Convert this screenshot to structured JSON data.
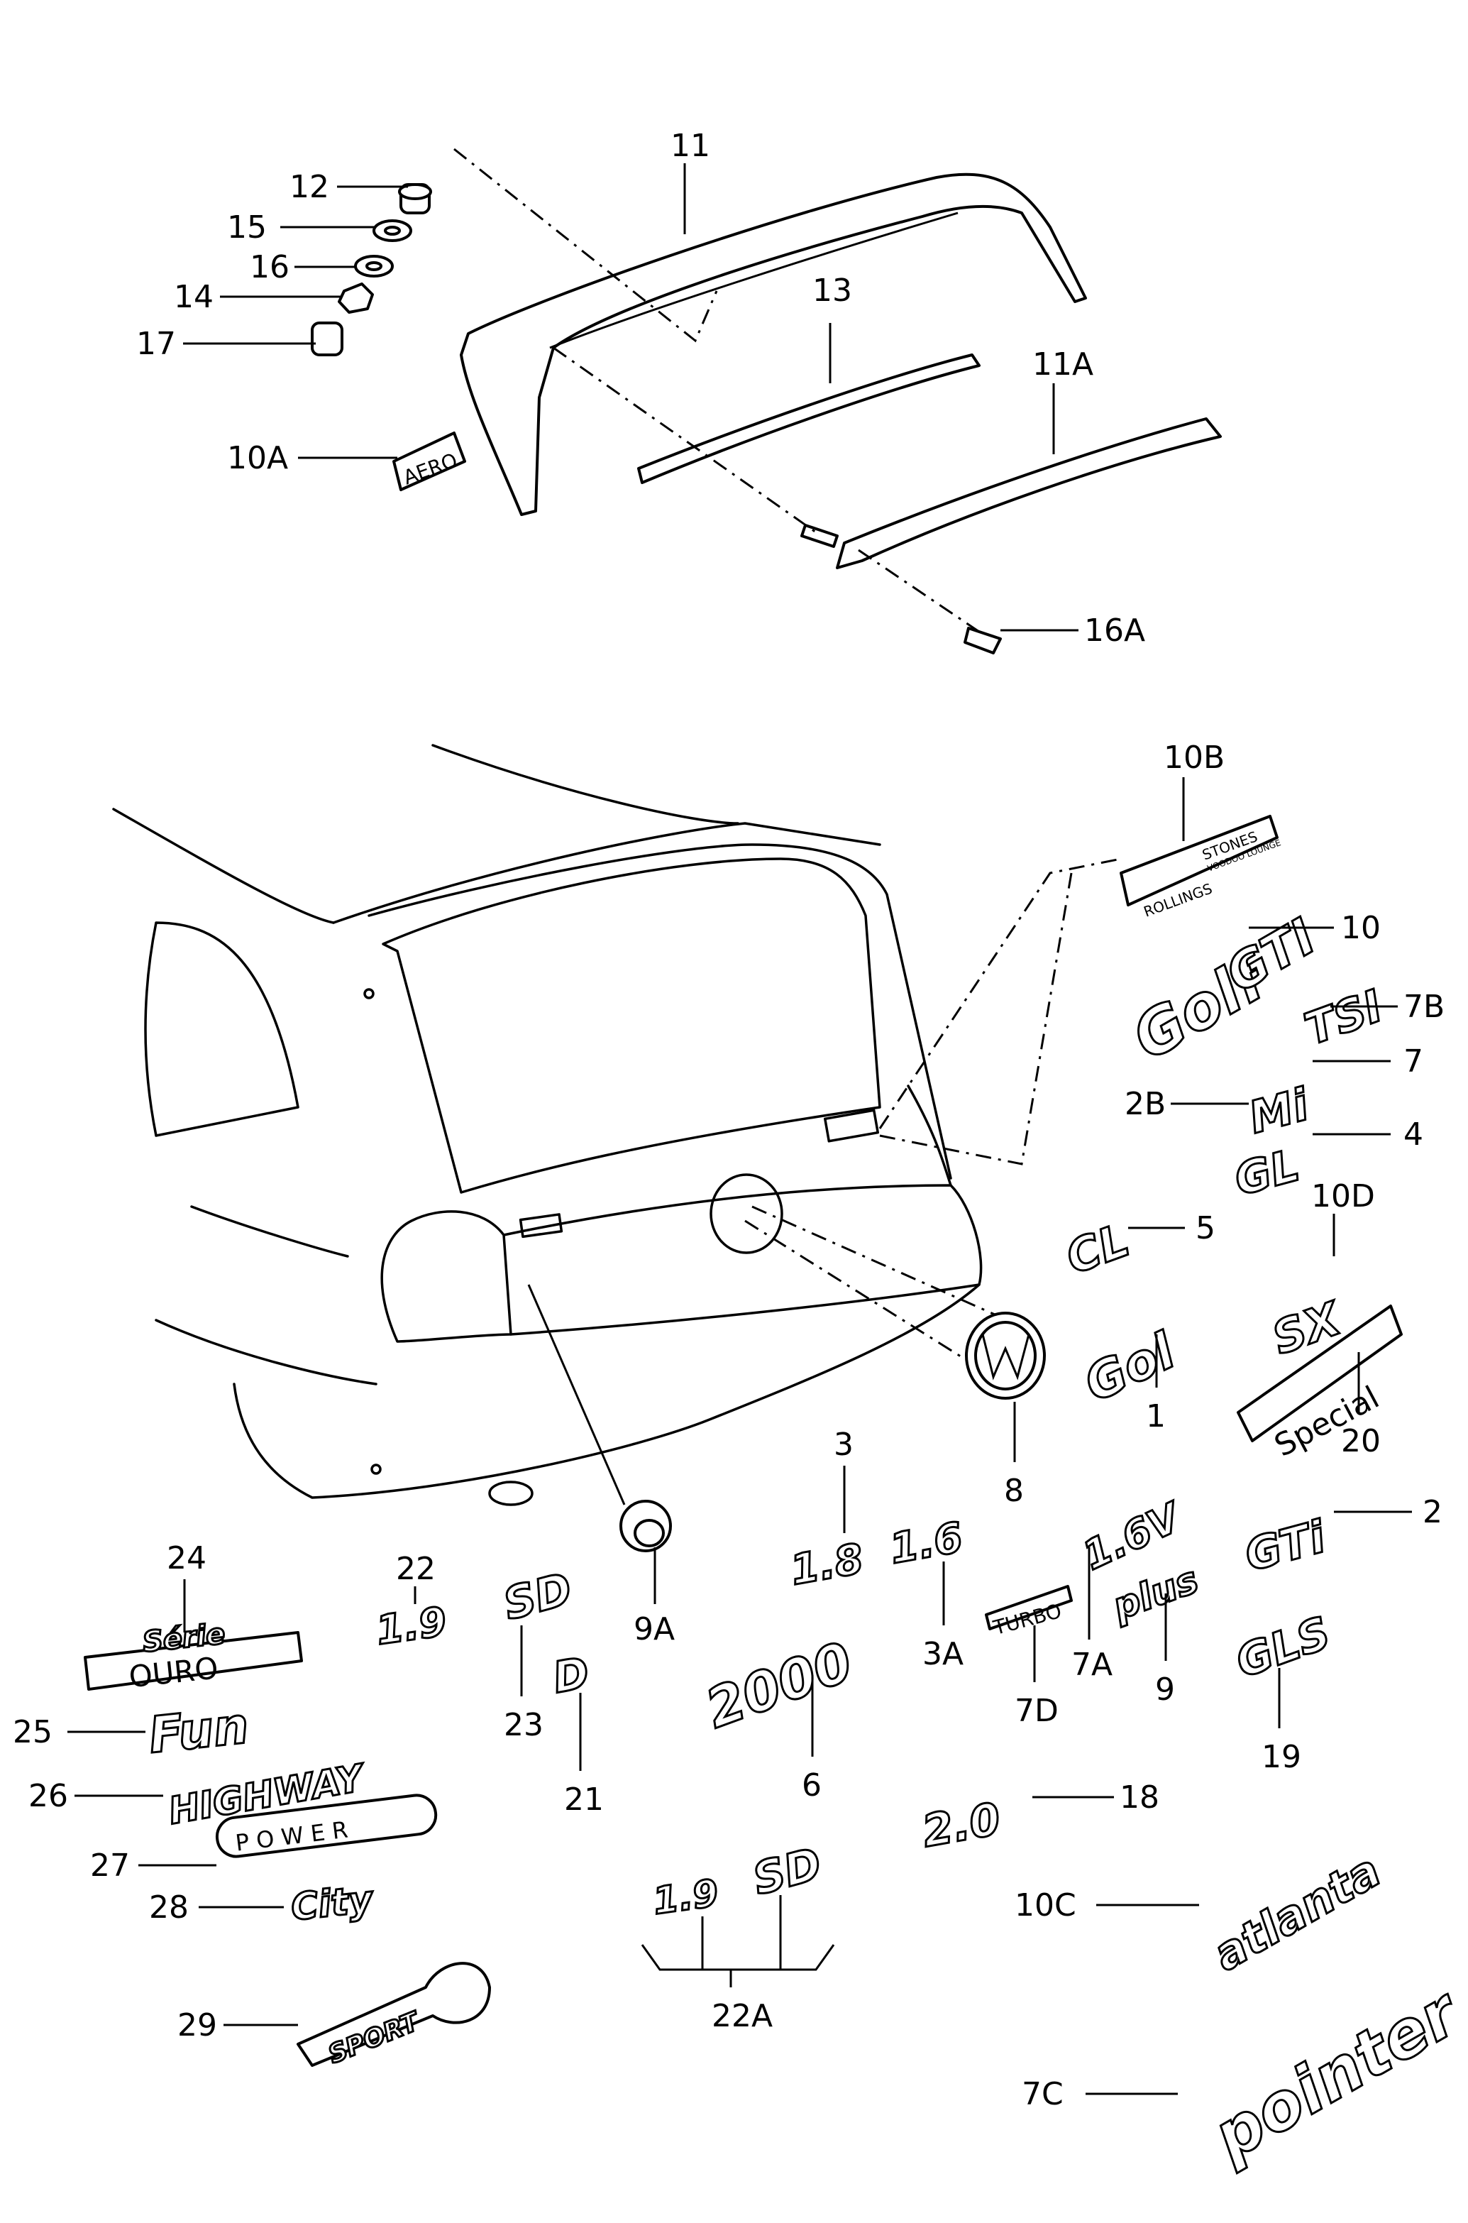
{
  "callouts": {
    "c11": "11",
    "c12": "12",
    "c15": "15",
    "c16": "16",
    "c14": "14",
    "c17": "17",
    "c13": "13",
    "c11A": "11A",
    "c10A": "10A",
    "c16A": "16A",
    "c10B": "10B",
    "c10": "10",
    "c7B": "7B",
    "c7": "7",
    "c2B": "2B",
    "c4": "4",
    "c5": "5",
    "c10D": "10D",
    "c1": "1",
    "c20": "20",
    "c8": "8",
    "c2": "2",
    "c3": "3",
    "c9A": "9A",
    "c3A": "3A",
    "c7A": "7A",
    "c7D": "7D",
    "c9": "9",
    "c19": "19",
    "c6": "6",
    "c18": "18",
    "c24": "24",
    "c22": "22",
    "c23": "23",
    "c21": "21",
    "c25": "25",
    "c26": "26",
    "c27": "27",
    "c28": "28",
    "c29": "29",
    "c22A": "22A",
    "c10C": "10C",
    "c7C": "7C"
  },
  "emblems": {
    "aero": "AERO",
    "rolling_line1": "ROLLINGS",
    "rolling_line2": "STONES",
    "rolling_line3": "VOODOO LOUNGE",
    "golf": "Golf",
    "gti": "GTI",
    "tsi": "TSI",
    "mi": "Mi",
    "gl": "GL",
    "cl": "CL",
    "sx": "SX",
    "gol": "Gol",
    "special": "Special",
    "gti2": "GTi",
    "gls": "GLS",
    "e18": "1.8",
    "e16": "1.6",
    "turbo": "TURBO",
    "e16v": "1.6V",
    "plus": "plus",
    "e2000": "2000",
    "e20": "2.0",
    "e19": "1.9",
    "sd": "SD",
    "d": "D",
    "ouro": "OURO",
    "serie": "Série",
    "fun": "Fun",
    "highway": "HIGHWAY",
    "power": "P O W E R",
    "city": "City",
    "sport": "SPORT",
    "atlanta": "atlanta",
    "pointer": "pointer",
    "e19b": "1.9",
    "sdb": "SD"
  }
}
